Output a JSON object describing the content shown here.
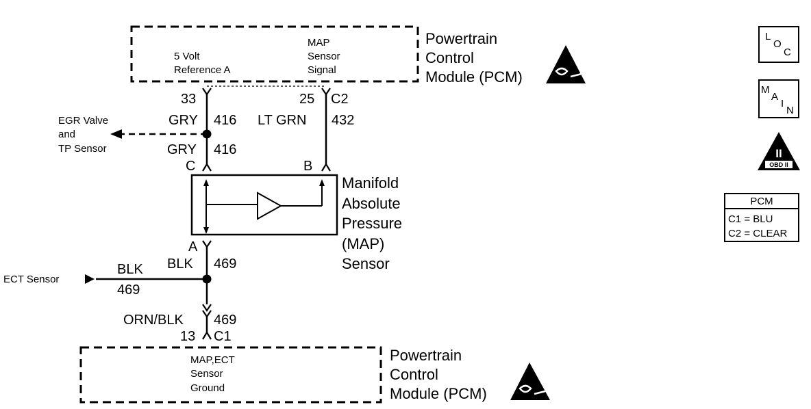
{
  "pcm_top": {
    "title": [
      "Powertrain",
      "Control",
      "Module (PCM)"
    ],
    "circuit_1": [
      "5 Volt",
      "Reference A"
    ],
    "circuit_2": [
      "MAP",
      "Sensor",
      "Signal"
    ]
  },
  "left_wire": {
    "pin": "33",
    "color_top": "GRY",
    "circuit_top": "416",
    "color_bottom": "GRY",
    "circuit_bottom": "416",
    "sensor_terminal": "C",
    "branch_label": [
      "EGR Valve",
      "and",
      "TP Sensor"
    ]
  },
  "right_wire": {
    "pin": "25",
    "connector": "C2",
    "color": "LT GRN",
    "circuit": "432",
    "sensor_terminal": "B"
  },
  "map_sensor": {
    "label": [
      "Manifold",
      "Absolute",
      "Pressure",
      "(MAP)",
      "Sensor"
    ]
  },
  "ground_wire": {
    "sensor_terminal": "A",
    "color_top": "BLK",
    "circuit_top": "469",
    "ect_color": "BLK",
    "ect_circuit": "469",
    "ect_label": "ECT Sensor",
    "color_bottom": "ORN/BLK",
    "circuit_bottom": "469",
    "pin": "13",
    "connector": "C1"
  },
  "pcm_bottom": {
    "title": [
      "Powertrain",
      "Control",
      "Module (PCM)"
    ],
    "circuit": [
      "MAP,ECT",
      "Sensor",
      "Ground"
    ]
  },
  "side_icons": {
    "loc": {
      "chars": [
        "L",
        "O",
        "C"
      ]
    },
    "main": {
      "chars": [
        "M",
        "A",
        "I",
        "N"
      ]
    },
    "obd": {
      "numeral": "II",
      "caption": "OBD II"
    }
  },
  "pcm_legend": {
    "title": "PCM",
    "rows": [
      "C1 = BLU",
      "C2 = CLEAR"
    ]
  }
}
